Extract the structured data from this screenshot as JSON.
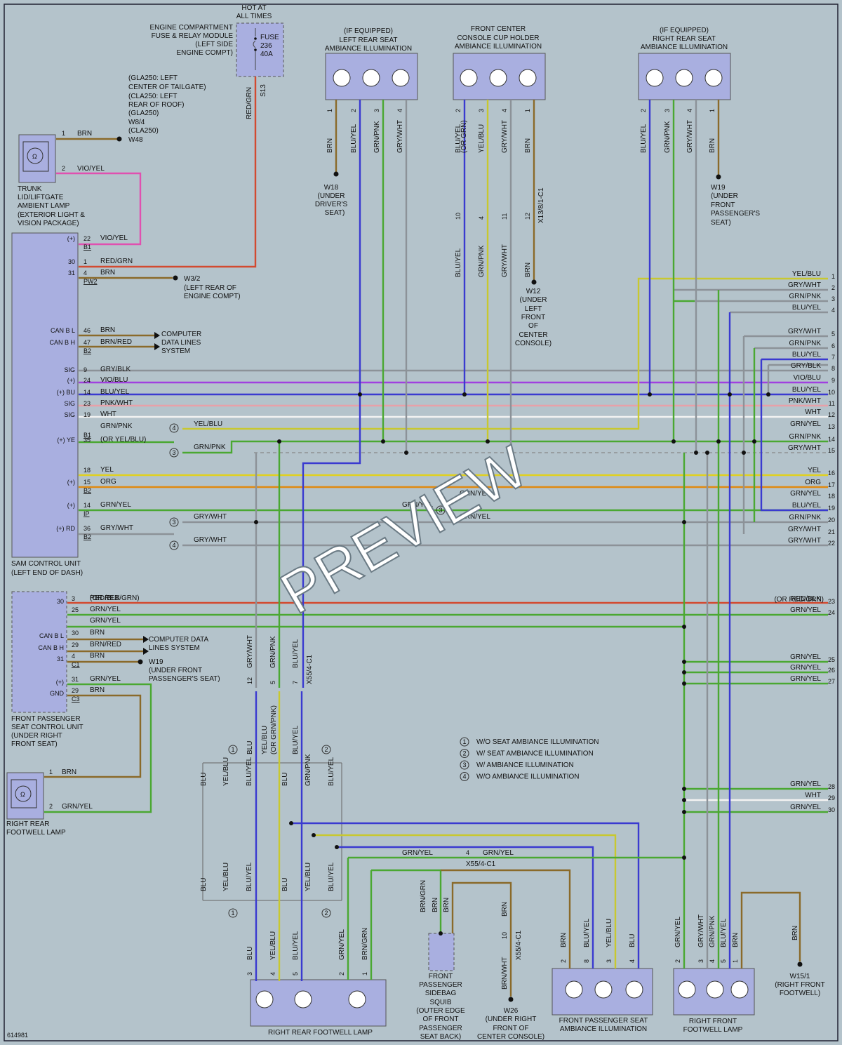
{
  "diagram_id": "614981",
  "watermark": "PREVIEW",
  "hot_label": [
    "HOT AT",
    "ALL TIMES"
  ],
  "engine_fuse_module": [
    "ENGINE COMPARTMENT",
    "FUSE & RELAY MODULE",
    "(LEFT SIDE",
    "ENGINE COMPT)"
  ],
  "fuse_label": [
    "FUSE",
    "236",
    "40A"
  ],
  "s13": "S13",
  "red_grn": "RED/GRN",
  "location_note": [
    "(GLA250: LEFT",
    "CENTER OF TAILGATE)",
    "(CLA250: LEFT",
    "REAR OF ROOF)",
    "(GLA250)",
    "W8/4",
    "(CLA250)"
  ],
  "w48": "W48",
  "trunk_lamp": [
    "TRUNK",
    "LID/LIFTGATE",
    "AMBIENT LAMP",
    "(EXTERIOR LIGHT &",
    "VISION PACKAGE)"
  ],
  "sam_unit": [
    "SAM CONTROL UNIT",
    "(LEFT END OF DASH)"
  ],
  "front_pass_unit": [
    "FRONT PASSENGER",
    "SEAT CONTROL UNIT",
    "(UNDER RIGHT",
    "FRONT SEAT)"
  ],
  "right_rear_footwell": [
    "RIGHT REAR",
    "FOOTWELL LAMP"
  ],
  "w3_2": [
    "W3/2",
    "(LEFT REAR OF",
    "ENGINE COMPT)"
  ],
  "computer_data": [
    "COMPUTER",
    "DATA LINES",
    "SYSTEM"
  ],
  "computer_data2": [
    "COMPUTER DATA",
    "LINES SYSTEM"
  ],
  "w19b": [
    "W19",
    "(UNDER FRONT",
    "PASSENGER'S SEAT)"
  ],
  "left_rear_amb": [
    "(IF EQUIPPED)",
    "LEFT REAR SEAT",
    "AMBIANCE ILLUMINATION"
  ],
  "cup_holder": [
    "FRONT CENTER",
    "CONSOLE CUP HOLDER",
    "AMBIANCE ILLUMINATION"
  ],
  "right_rear_amb": [
    "(IF EQUIPPED)",
    "RIGHT REAR SEAT",
    "AMBIANCE ILLUMINATION"
  ],
  "w18": [
    "W18",
    "(UNDER",
    "DRIVER'S",
    "SEAT)"
  ],
  "w12": [
    "W12",
    "(UNDER",
    "LEFT",
    "FRONT",
    "OF",
    "CENTER",
    "CONSOLE)"
  ],
  "w19": [
    "W19",
    "(UNDER",
    "FRONT",
    "PASSENGER'S",
    "SEAT)"
  ],
  "x13": "X13/8/1-C1",
  "x55a": "X55/4-C1",
  "x55b": "X55/4-C1",
  "x55c": "X55/4-C1",
  "legend": [
    {
      "n": "1",
      "t": "W/O SEAT AMBIANCE ILLUMINATION"
    },
    {
      "n": "2",
      "t": "W/ SEAT AMBIANCE ILLUMINATION"
    },
    {
      "n": "3",
      "t": "W/ AMBIANCE ILLUMINATION"
    },
    {
      "n": "4",
      "t": "W/O AMBIANCE ILLUMINATION"
    }
  ],
  "rr_footwell_lamp": "RIGHT REAR FOOTWELL LAMP",
  "sidebag": [
    "FRONT",
    "PASSENGER",
    "SIDEBAG",
    "SQUIB",
    "(OUTER EDGE",
    "OF FRONT",
    "PASSENGER",
    "SEAT BACK)"
  ],
  "w26": [
    "W26",
    "(UNDER RIGHT",
    "FRONT OF",
    "CENTER CONSOLE)"
  ],
  "fp_seat_amb": [
    "FRONT PASSENGER SEAT",
    "AMBIANCE ILLUMINATION"
  ],
  "rf_footwell": [
    "RIGHT FRONT",
    "FOOTWELL LAMP"
  ],
  "w15_1": [
    "W15/1",
    "(RIGHT FRONT",
    "FOOTWELL)"
  ],
  "right_wires": [
    {
      "n": "1",
      "c": "YEL/BLU"
    },
    {
      "n": "2",
      "c": "GRY/WHT"
    },
    {
      "n": "3",
      "c": "GRN/PNK"
    },
    {
      "n": "4",
      "c": "BLU/YEL"
    },
    {
      "n": "5",
      "c": "GRY/WHT"
    },
    {
      "n": "6",
      "c": "GRN/PNK"
    },
    {
      "n": "7",
      "c": "BLU/YEL"
    },
    {
      "n": "8",
      "c": "GRY/BLK"
    },
    {
      "n": "9",
      "c": "VIO/BLU"
    },
    {
      "n": "10",
      "c": "BLU/YEL"
    },
    {
      "n": "11",
      "c": "PNK/WHT"
    },
    {
      "n": "12",
      "c": "WHT"
    },
    {
      "n": "13",
      "c": "GRN/YEL"
    },
    {
      "n": "14",
      "c": "GRN/PNK"
    },
    {
      "n": "15",
      "c": "GRY/WHT"
    },
    {
      "n": "16",
      "c": "YEL"
    },
    {
      "n": "17",
      "c": "ORG"
    },
    {
      "n": "18",
      "c": "GRN/YEL"
    },
    {
      "n": "19",
      "c": "BLU/YEL"
    },
    {
      "n": "20",
      "c": "GRN/PNK"
    },
    {
      "n": "21",
      "c": "GRY/WHT"
    },
    {
      "n": "22",
      "c": "GRY/WHT"
    },
    {
      "n": "23",
      "c": "RED/BLK"
    },
    {
      "n": "24",
      "c": "GRN/YEL"
    },
    {
      "n": "25",
      "c": "GRN/YEL"
    },
    {
      "n": "26",
      "c": "GRN/YEL"
    },
    {
      "n": "27",
      "c": "GRN/YEL"
    },
    {
      "n": "28",
      "c": "GRN/YEL"
    },
    {
      "n": "29",
      "c": "WHT"
    },
    {
      "n": "30",
      "c": "GRN/YEL"
    }
  ],
  "or_red_grn": "(OR RED/GRN)",
  "sam_pins": [
    {
      "side": "(+)",
      "pin": "22",
      "conn": "B1",
      "wire": "VIO/YEL"
    },
    {
      "side": "30",
      "pin": "1",
      "conn": "",
      "wire": "RED/GRN"
    },
    {
      "side": "31",
      "pin": "4",
      "conn": "PW2",
      "wire": "BRN"
    },
    {
      "side": "CAN B L",
      "pin": "46",
      "conn": "",
      "wire": "BRN"
    },
    {
      "side": "CAN B H",
      "pin": "47",
      "conn": "B2",
      "wire": "BRN/RED"
    },
    {
      "side": "SIG",
      "pin": "9",
      "conn": "",
      "wire": "GRY/BLK"
    },
    {
      "side": "(+)",
      "pin": "24",
      "conn": "",
      "wire": "VIO/BLU"
    },
    {
      "side": "(+) BU",
      "pin": "14",
      "conn": "",
      "wire": "BLU/YEL"
    },
    {
      "side": "SIG",
      "pin": "23",
      "conn": "",
      "wire": "PNK/WHT"
    },
    {
      "side": "SIG",
      "pin": "19",
      "conn": "",
      "wire": "WHT"
    },
    {
      "side": "",
      "pin": "",
      "conn": "B1",
      "wire": "GRN/PNK"
    },
    {
      "side": "(+) YE",
      "pin": "35",
      "conn": "",
      "wire": "(OR YEL/BLU)"
    },
    {
      "side": "",
      "pin": "18",
      "conn": "",
      "wire": "YEL"
    },
    {
      "side": "(+)",
      "pin": "15",
      "conn": "B2",
      "wire": "ORG"
    },
    {
      "side": "(+)",
      "pin": "14",
      "conn": "IP",
      "wire": "GRN/YEL"
    },
    {
      "side": "(+) RD",
      "pin": "36",
      "conn": "B2",
      "wire": "GRY/WHT"
    }
  ],
  "fps_pins": [
    {
      "side": "30",
      "pin": "3",
      "conn": "",
      "wire": "RED/BLK"
    },
    {
      "side": "",
      "pin": "25",
      "conn": "",
      "wire": "GRN/YEL"
    },
    {
      "side": "",
      "pin": "",
      "conn": "",
      "wire": "GRN/YEL"
    },
    {
      "side": "CAN B L",
      "pin": "30",
      "conn": "",
      "wire": "BRN"
    },
    {
      "side": "CAN B H",
      "pin": "29",
      "conn": "",
      "wire": "BRN/RED"
    },
    {
      "side": "31",
      "pin": "4",
      "conn": "C1",
      "wire": "BRN"
    },
    {
      "side": "(+)",
      "pin": "31",
      "conn": "",
      "wire": "GRN/YEL"
    },
    {
      "side": "GND",
      "pin": "29",
      "conn": "C3",
      "wire": "BRN"
    }
  ],
  "trunk_pins": [
    {
      "pin": "1",
      "wire": "BRN"
    },
    {
      "pin": "2",
      "wire": "VIO/YEL"
    }
  ],
  "rrf_pins": [
    {
      "pin": "1",
      "wire": "BRN"
    },
    {
      "pin": "2",
      "wire": "GRN/YEL"
    }
  ],
  "lr_amb_wires": [
    {
      "pin": "1",
      "wire": "BRN"
    },
    {
      "pin": "2",
      "wire": "BLU/YEL"
    },
    {
      "pin": "3",
      "wire": "GRN/PNK"
    },
    {
      "pin": "4",
      "wire": "GRY/WHT"
    }
  ],
  "cup_wires": [
    {
      "pin": "2",
      "wire": "BLU/YEL"
    },
    {
      "pin": "3",
      "wire": "YEL/BLU"
    },
    {
      "pin": "4",
      "wire": "GRY/WHT"
    },
    {
      "pin": "1",
      "wire": "BRN"
    }
  ],
  "cup_wires_sub": "(OR GRN)",
  "cup_conn_pins": [
    "10",
    "4",
    "11",
    "12"
  ],
  "cup_lower_wires": [
    "BLU/YEL",
    "GRN/PNK",
    "GRY/WHT",
    "BRN"
  ],
  "rr_amb_wires": [
    {
      "pin": "2",
      "wire": "BLU/YEL"
    },
    {
      "pin": "3",
      "wire": "GRN/PNK"
    },
    {
      "pin": "4",
      "wire": "GRY/WHT"
    },
    {
      "pin": "1",
      "wire": "BRN"
    }
  ],
  "mid_left_lbl": {
    "a": "YEL/BLU",
    "b": "GRN/PNK",
    "c": "GRY/WHT",
    "d": "GRY/WHT",
    "e": "GRN/YEL",
    "f": "GRN/YEL",
    "g": "GRN/YEL"
  },
  "x55_top_wires": {
    "a": "GRY/WHT",
    "b": "GRN/PNK",
    "c": "BLU/YEL"
  },
  "x55_top_pins": [
    "12",
    "5",
    "7"
  ],
  "x55_bot_wires": {
    "a": "BLU",
    "b": "YEL/BLU",
    "b2": "(OR GRN/PNK)",
    "c": "BLU/YEL"
  },
  "box_wires": {
    "a": "BLU",
    "b": "YEL/BLU",
    "c": "BLU/YEL",
    "d": "BLU",
    "e": "GRN/PNK",
    "f": "BLU/YEL"
  },
  "box_wires_b": {
    "a": "BLU",
    "b": "YEL/BLU",
    "c": "BLU/YEL",
    "d": "BLU",
    "e": "YEL/BLU",
    "f": "BLU/YEL"
  },
  "box_circle": [
    "1",
    "2"
  ],
  "x55_mid": {
    "pin": "4",
    "left": "GRN/YEL",
    "right": "GRN/YEL"
  },
  "rrfl_wires": [
    {
      "pin": "3",
      "wire": "BLU"
    },
    {
      "pin": "4",
      "wire": "YEL/BLU"
    },
    {
      "pin": "5",
      "wire": "BLU/YEL"
    },
    {
      "pin": "2",
      "wire": "GRN/YEL"
    },
    {
      "pin": "1",
      "wire": "BRN/GRN"
    }
  ],
  "squib_wires": {
    "a": "BRN/GRN",
    "b": "BRN",
    "c": "BRN"
  },
  "w26_wires": {
    "pin": "10",
    "top": "BRN",
    "bot": "BRN/WHT"
  },
  "fpsa_wires": [
    {
      "pin": "2",
      "wire": "BRN"
    },
    {
      "pin": "8",
      "wire": "BLU/YEL"
    },
    {
      "pin": "3",
      "wire": "YEL/BLU"
    },
    {
      "pin": "4",
      "wire": "BLU"
    }
  ],
  "rffl_wires": [
    {
      "pin": "2",
      "wire": "GRN/YEL"
    },
    {
      "pin": "3",
      "wire": "GRY/WHT"
    },
    {
      "pin": "4",
      "wire": "GRN/PNK"
    },
    {
      "pin": "5",
      "wire": "BLU/YEL"
    },
    {
      "pin": "1",
      "wire": "BRN"
    }
  ],
  "w15_wire": "BRN",
  "colors": {
    "brn": "#8a6a2a",
    "red": "#d24a30",
    "vio": "#e050b0",
    "blu": "#3a3ad0",
    "grn": "#4aa832",
    "yel": "#e0d020",
    "org": "#e08a10",
    "gry": "#8c9298",
    "pnk": "#e8a0a8",
    "wht": "#f2f2f2",
    "violet": "#a040e0"
  }
}
